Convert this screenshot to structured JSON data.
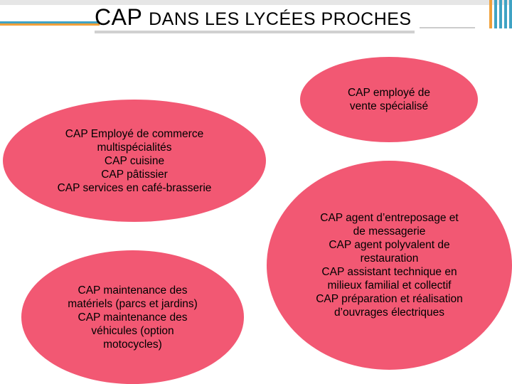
{
  "title": {
    "main": "CAP",
    "rest": "DANS LES LYCÉES PROCHES"
  },
  "colors": {
    "ellipse_fill": "#f25873",
    "accent_blue": "#3fa3c4",
    "accent_orange": "#f0a03a"
  },
  "ellipses": [
    {
      "text": "CAP Employé de commerce\nmultispécialités\nCAP cuisine\nCAP pâtissier\nCAP services en café-brasserie"
    },
    {
      "text": "CAP employé de\nvente spécialisé"
    },
    {
      "text": "CAP maintenance des\nmatériels (parcs et jardins)\nCAP maintenance des\nvéhicules (option\nmotocycles)"
    },
    {
      "text": "CAP agent d’entreposage et\nde messagerie\nCAP agent polyvalent de\nrestauration\nCAP assistant technique en\nmilieux familial et collectif\nCAP préparation et réalisation\nd’ouvrages électriques"
    }
  ]
}
